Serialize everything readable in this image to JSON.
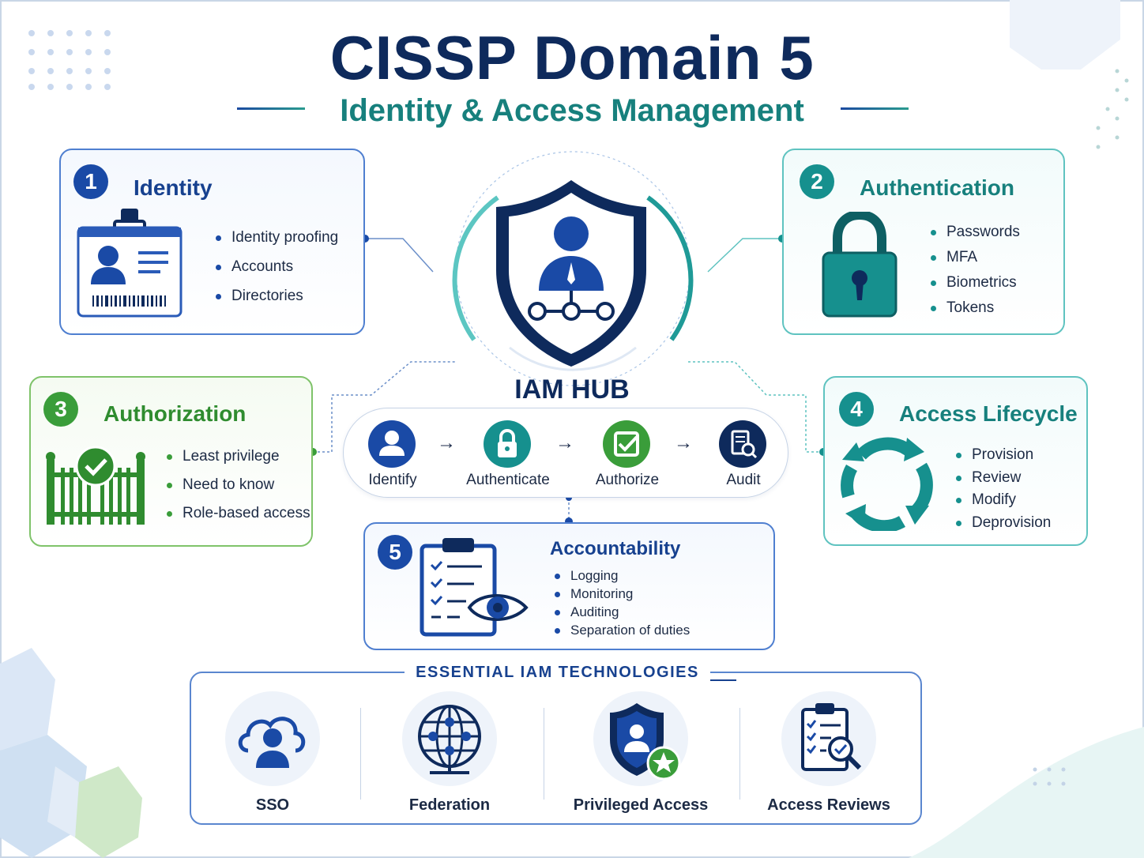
{
  "title": "CISSP Domain 5",
  "subtitle": "Identity & Access Management",
  "colors": {
    "navy": "#0e2a5c",
    "blue": "#1a4aa6",
    "teal": "#16908e",
    "green": "#3a9d3a"
  },
  "cards": {
    "identity": {
      "number": "1",
      "title": "Identity",
      "icon": "id-badge-icon",
      "items": [
        "Identity proofing",
        "Accounts",
        "Directories"
      ]
    },
    "authentication": {
      "number": "2",
      "title": "Authentication",
      "icon": "padlock-icon",
      "items": [
        "Passwords",
        "MFA",
        "Biometrics",
        "Tokens"
      ]
    },
    "authorization": {
      "number": "3",
      "title": "Authorization",
      "icon": "gate-icon",
      "items": [
        "Least privilege",
        "Need to know",
        "Role-based access"
      ]
    },
    "lifecycle": {
      "number": "4",
      "title": "Access Lifecycle",
      "icon": "cycle-arrows-icon",
      "items": [
        "Provision",
        "Review",
        "Modify",
        "Deprovision"
      ]
    },
    "accountability": {
      "number": "5",
      "title": "Accountability",
      "icon": "clipboard-eye-icon",
      "items": [
        "Logging",
        "Monitoring",
        "Auditing",
        "Separation of duties"
      ]
    }
  },
  "hub": {
    "label": "IAM HUB",
    "icon": "shield-user-icon",
    "steps": [
      {
        "label": "Identify",
        "icon": "user-icon"
      },
      {
        "label": "Authenticate",
        "icon": "lock-icon"
      },
      {
        "label": "Authorize",
        "icon": "checkbox-icon"
      },
      {
        "label": "Audit",
        "icon": "document-search-icon"
      }
    ],
    "arrow": "→"
  },
  "technologies": {
    "heading": "ESSENTIAL IAM TECHNOLOGIES",
    "items": [
      {
        "label": "SSO",
        "icon": "cloud-user-icon"
      },
      {
        "label": "Federation",
        "icon": "globe-network-icon"
      },
      {
        "label": "Privileged Access",
        "icon": "shield-star-icon"
      },
      {
        "label": "Access Reviews",
        "icon": "clipboard-search-icon"
      }
    ]
  }
}
